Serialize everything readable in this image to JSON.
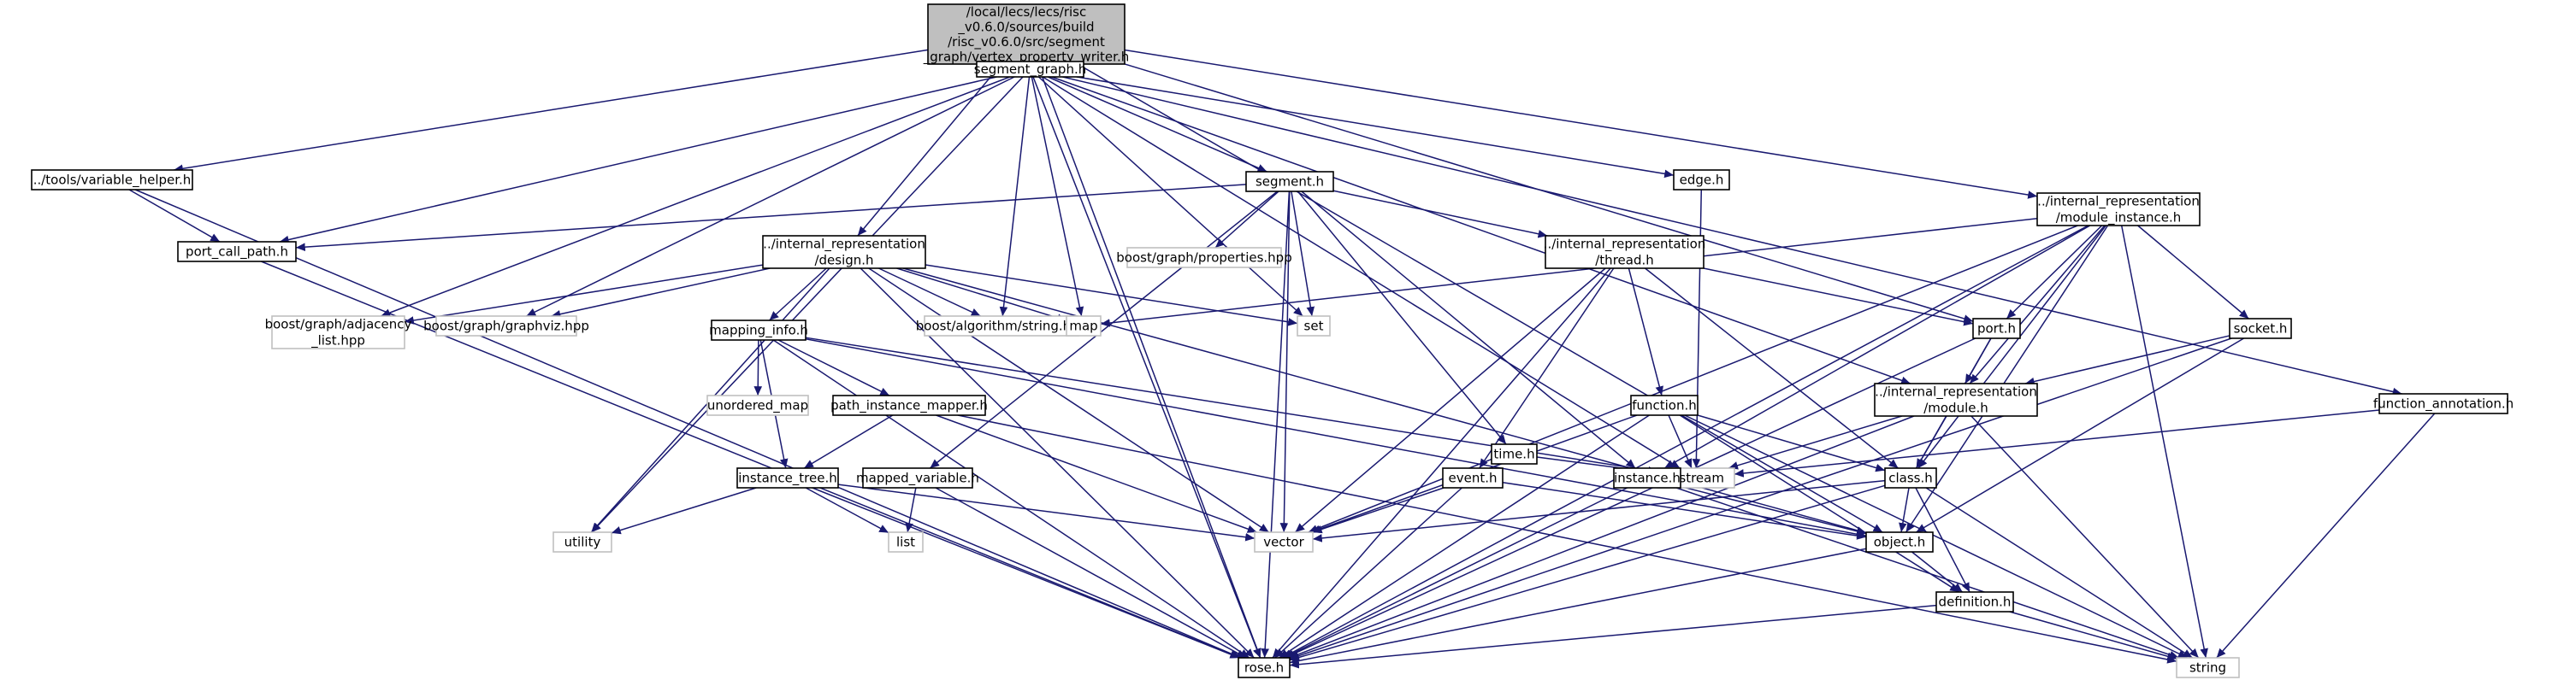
{
  "graph": {
    "root": {
      "lines": [
        "/local/lecs/lecs/risc",
        "_v0.6.0/sources/build",
        "/risc_v0.6.0/src/segment",
        "_graph/vertex_property_writer.h"
      ],
      "type": "root"
    },
    "nodes": [
      {
        "id": "segment_graph",
        "lines": [
          "segment_graph.h"
        ],
        "type": "file"
      },
      {
        "id": "variable_helper",
        "lines": [
          "../tools/variable_helper.h"
        ],
        "type": "file"
      },
      {
        "id": "port_call_path",
        "lines": [
          "port_call_path.h"
        ],
        "type": "file"
      },
      {
        "id": "segment",
        "lines": [
          "segment.h"
        ],
        "type": "file"
      },
      {
        "id": "edge",
        "lines": [
          "edge.h"
        ],
        "type": "file"
      },
      {
        "id": "design",
        "lines": [
          "../internal_representation",
          "/design.h"
        ],
        "type": "file"
      },
      {
        "id": "thread",
        "lines": [
          "../internal_representation",
          "/thread.h"
        ],
        "type": "file"
      },
      {
        "id": "module_instance",
        "lines": [
          "../internal_representation",
          "/module_instance.h"
        ],
        "type": "file"
      },
      {
        "id": "adjacency",
        "lines": [
          "boost/graph/adjacency",
          "_list.hpp"
        ],
        "type": "ext"
      },
      {
        "id": "graphviz",
        "lines": [
          "boost/graph/graphviz.hpp"
        ],
        "type": "ext"
      },
      {
        "id": "properties",
        "lines": [
          "boost/graph/properties.hpp"
        ],
        "type": "ext"
      },
      {
        "id": "algstring",
        "lines": [
          "boost/algorithm/string.hpp"
        ],
        "type": "ext"
      },
      {
        "id": "map",
        "lines": [
          "map"
        ],
        "type": "ext"
      },
      {
        "id": "set",
        "lines": [
          "set"
        ],
        "type": "ext"
      },
      {
        "id": "port",
        "lines": [
          "port.h"
        ],
        "type": "file"
      },
      {
        "id": "socket",
        "lines": [
          "socket.h"
        ],
        "type": "file"
      },
      {
        "id": "mapping_info",
        "lines": [
          "mapping_info.h"
        ],
        "type": "file"
      },
      {
        "id": "unordered_map",
        "lines": [
          "unordered_map"
        ],
        "type": "ext"
      },
      {
        "id": "path_instance_mapper",
        "lines": [
          "path_instance_mapper.h"
        ],
        "type": "file"
      },
      {
        "id": "time",
        "lines": [
          "time.h"
        ],
        "type": "file"
      },
      {
        "id": "function",
        "lines": [
          "function.h"
        ],
        "type": "file"
      },
      {
        "id": "module",
        "lines": [
          "../internal_representation",
          "/module.h"
        ],
        "type": "file"
      },
      {
        "id": "function_annotation",
        "lines": [
          "function_annotation.h"
        ],
        "type": "file"
      },
      {
        "id": "iostream",
        "lines": [
          "iostream"
        ],
        "type": "ext"
      },
      {
        "id": "instance_tree",
        "lines": [
          "instance_tree.h"
        ],
        "type": "file"
      },
      {
        "id": "mapped_variable",
        "lines": [
          "mapped_variable.h"
        ],
        "type": "file"
      },
      {
        "id": "event",
        "lines": [
          "event.h"
        ],
        "type": "file"
      },
      {
        "id": "instance",
        "lines": [
          "instance.h"
        ],
        "type": "file"
      },
      {
        "id": "class",
        "lines": [
          "class.h"
        ],
        "type": "file"
      },
      {
        "id": "utility",
        "lines": [
          "utility"
        ],
        "type": "ext"
      },
      {
        "id": "list",
        "lines": [
          "list"
        ],
        "type": "ext"
      },
      {
        "id": "vector",
        "lines": [
          "vector"
        ],
        "type": "ext"
      },
      {
        "id": "object",
        "lines": [
          "object.h"
        ],
        "type": "file"
      },
      {
        "id": "definition",
        "lines": [
          "definition.h"
        ],
        "type": "file"
      },
      {
        "id": "rose",
        "lines": [
          "rose.h"
        ],
        "type": "file"
      },
      {
        "id": "string",
        "lines": [
          "string"
        ],
        "type": "ext"
      }
    ],
    "edges": [
      [
        "root",
        "segment_graph"
      ],
      [
        "root",
        "variable_helper"
      ],
      [
        "root",
        "design"
      ],
      [
        "root",
        "module_instance"
      ],
      [
        "root",
        "port"
      ],
      [
        "root",
        "object"
      ],
      [
        "root",
        "rose"
      ],
      [
        "segment_graph",
        "port_call_path"
      ],
      [
        "segment_graph",
        "segment"
      ],
      [
        "segment_graph",
        "edge"
      ],
      [
        "segment_graph",
        "adjacency"
      ],
      [
        "segment_graph",
        "graphviz"
      ],
      [
        "segment_graph",
        "algstring"
      ],
      [
        "segment_graph",
        "map"
      ],
      [
        "segment_graph",
        "set"
      ],
      [
        "segment_graph",
        "utility"
      ],
      [
        "segment_graph",
        "iostream"
      ],
      [
        "segment_graph",
        "module"
      ],
      [
        "segment_graph",
        "function_annotation"
      ],
      [
        "segment_graph",
        "rose"
      ],
      [
        "variable_helper",
        "port_call_path"
      ],
      [
        "variable_helper",
        "rose"
      ],
      [
        "port_call_path",
        "rose"
      ],
      [
        "segment",
        "port_call_path"
      ],
      [
        "segment",
        "properties"
      ],
      [
        "segment",
        "thread"
      ],
      [
        "segment",
        "set"
      ],
      [
        "segment",
        "time"
      ],
      [
        "segment",
        "mapped_variable"
      ],
      [
        "segment",
        "vector"
      ],
      [
        "segment",
        "instance"
      ],
      [
        "segment",
        "rose"
      ],
      [
        "edge",
        "iostream"
      ],
      [
        "design",
        "adjacency"
      ],
      [
        "design",
        "graphviz"
      ],
      [
        "design",
        "algstring"
      ],
      [
        "design",
        "map"
      ],
      [
        "design",
        "set"
      ],
      [
        "design",
        "mapping_info"
      ],
      [
        "design",
        "utility"
      ],
      [
        "design",
        "vector"
      ],
      [
        "design",
        "object"
      ],
      [
        "design",
        "rose"
      ],
      [
        "thread",
        "port"
      ],
      [
        "thread",
        "function"
      ],
      [
        "thread",
        "event"
      ],
      [
        "thread",
        "class"
      ],
      [
        "thread",
        "vector"
      ],
      [
        "thread",
        "rose"
      ],
      [
        "module_instance",
        "map"
      ],
      [
        "module_instance",
        "port"
      ],
      [
        "module_instance",
        "socket"
      ],
      [
        "module_instance",
        "module"
      ],
      [
        "module_instance",
        "instance"
      ],
      [
        "module_instance",
        "class"
      ],
      [
        "module_instance",
        "object"
      ],
      [
        "module_instance",
        "vector"
      ],
      [
        "module_instance",
        "string"
      ],
      [
        "module_instance",
        "rose"
      ],
      [
        "port",
        "module"
      ],
      [
        "port",
        "class"
      ],
      [
        "port",
        "rose"
      ],
      [
        "socket",
        "module"
      ],
      [
        "socket",
        "object"
      ],
      [
        "socket",
        "rose"
      ],
      [
        "mapping_info",
        "unordered_map"
      ],
      [
        "mapping_info",
        "path_instance_mapper"
      ],
      [
        "mapping_info",
        "instance_tree"
      ],
      [
        "mapping_info",
        "iostream"
      ],
      [
        "mapping_info",
        "object"
      ],
      [
        "mapping_info",
        "rose"
      ],
      [
        "path_instance_mapper",
        "instance_tree"
      ],
      [
        "path_instance_mapper",
        "vector"
      ],
      [
        "path_instance_mapper",
        "string"
      ],
      [
        "time",
        "iostream"
      ],
      [
        "function",
        "class"
      ],
      [
        "function",
        "vector"
      ],
      [
        "function",
        "iostream"
      ],
      [
        "function",
        "definition"
      ],
      [
        "function",
        "string"
      ],
      [
        "function",
        "rose"
      ],
      [
        "module",
        "class"
      ],
      [
        "module",
        "iostream"
      ],
      [
        "module",
        "string"
      ],
      [
        "module",
        "rose"
      ],
      [
        "function_annotation",
        "iostream"
      ],
      [
        "function_annotation",
        "string"
      ],
      [
        "instance_tree",
        "utility"
      ],
      [
        "instance_tree",
        "list"
      ],
      [
        "instance_tree",
        "vector"
      ],
      [
        "instance_tree",
        "rose"
      ],
      [
        "mapped_variable",
        "list"
      ],
      [
        "mapped_variable",
        "rose"
      ],
      [
        "event",
        "vector"
      ],
      [
        "event",
        "object"
      ],
      [
        "event",
        "rose"
      ],
      [
        "instance",
        "object"
      ],
      [
        "instance",
        "string"
      ],
      [
        "instance",
        "rose"
      ],
      [
        "class",
        "object"
      ],
      [
        "class",
        "definition"
      ],
      [
        "class",
        "vector"
      ],
      [
        "class",
        "string"
      ],
      [
        "class",
        "rose"
      ],
      [
        "object",
        "definition"
      ],
      [
        "object",
        "rose"
      ],
      [
        "definition",
        "string"
      ],
      [
        "definition",
        "rose"
      ]
    ]
  }
}
